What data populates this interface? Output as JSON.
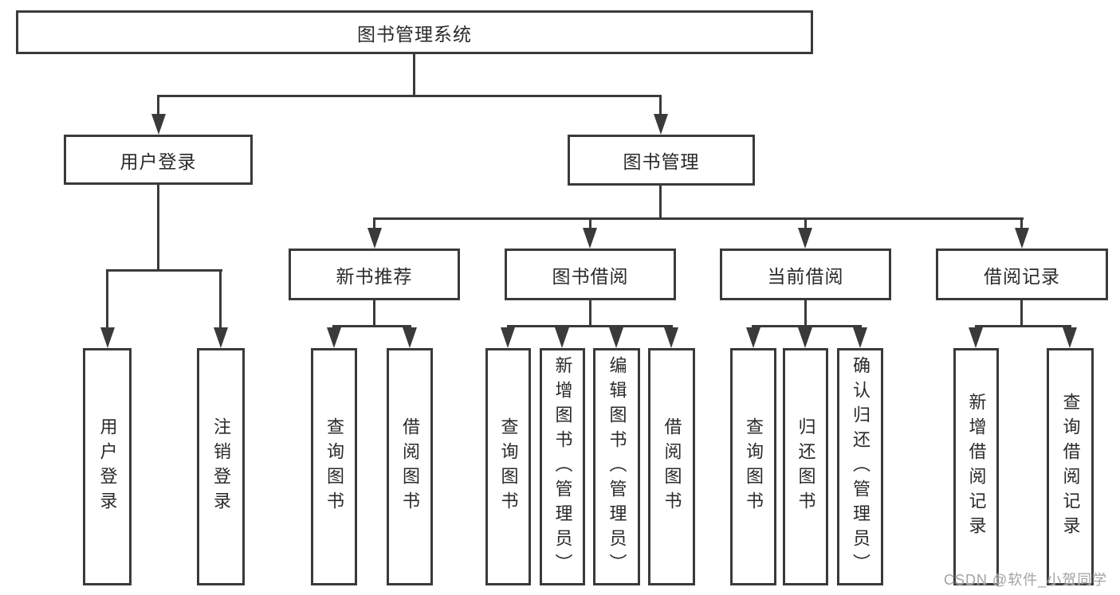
{
  "tree": {
    "root": "图书管理系统",
    "login": "用户登录",
    "manage": "图书管理",
    "l3": [
      "新书推荐",
      "图书借阅",
      "当前借阅",
      "借阅记录"
    ],
    "login_leaves": [
      "用户登录",
      "注销登录"
    ],
    "recommend_leaves": [
      "查询图书",
      "借阅图书"
    ],
    "borrow_leaves": [
      "查询图书",
      "新增图书（管理员）",
      "编辑图书（管理员）",
      "借阅图书"
    ],
    "current_leaves": [
      "查询图书",
      "归还图书",
      "确认归还（管理员）"
    ],
    "record_leaves": [
      "新增借阅记录",
      "查询借阅记录"
    ]
  },
  "watermark": {
    "text": "CSDN @软件_小贺同学"
  },
  "colors": {
    "line": "#3a3a3a",
    "box_border": "#3a3a3a",
    "text": "#2a2a2a",
    "background": "#ffffff",
    "watermark": "#a3a3a3"
  }
}
